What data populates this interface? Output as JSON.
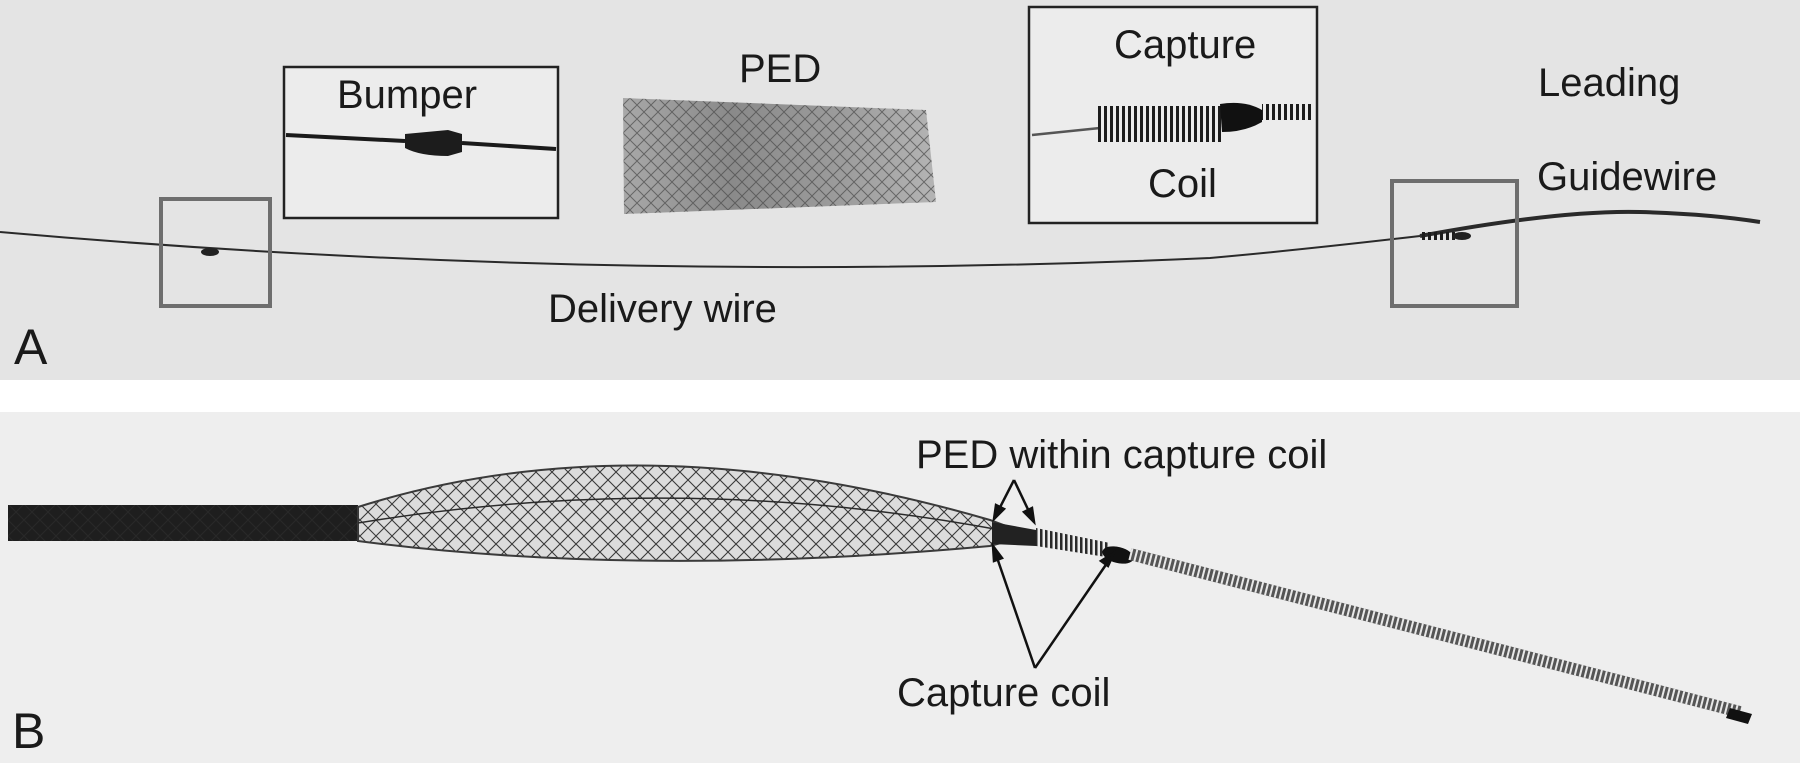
{
  "panel_a": {
    "letter": "A",
    "bumper_label": "Bumper",
    "ped_label": "PED",
    "capture_label_top": "Capture",
    "capture_label_bottom": "Coil",
    "leading_label_top": "Leading",
    "leading_label_bottom": "Guidewire",
    "delivery_label": "Delivery wire"
  },
  "panel_b": {
    "letter": "B",
    "ped_within_label": "PED within capture coil",
    "capture_coil_label": "Capture coil"
  },
  "colors": {
    "panel_a_bg": "#e4e4e4",
    "panel_b_bg": "#eeeeee",
    "inset_border": "#222222",
    "marker_border": "#6e6e6e",
    "wire": "#2a2a2a",
    "mesh": "#555555"
  }
}
